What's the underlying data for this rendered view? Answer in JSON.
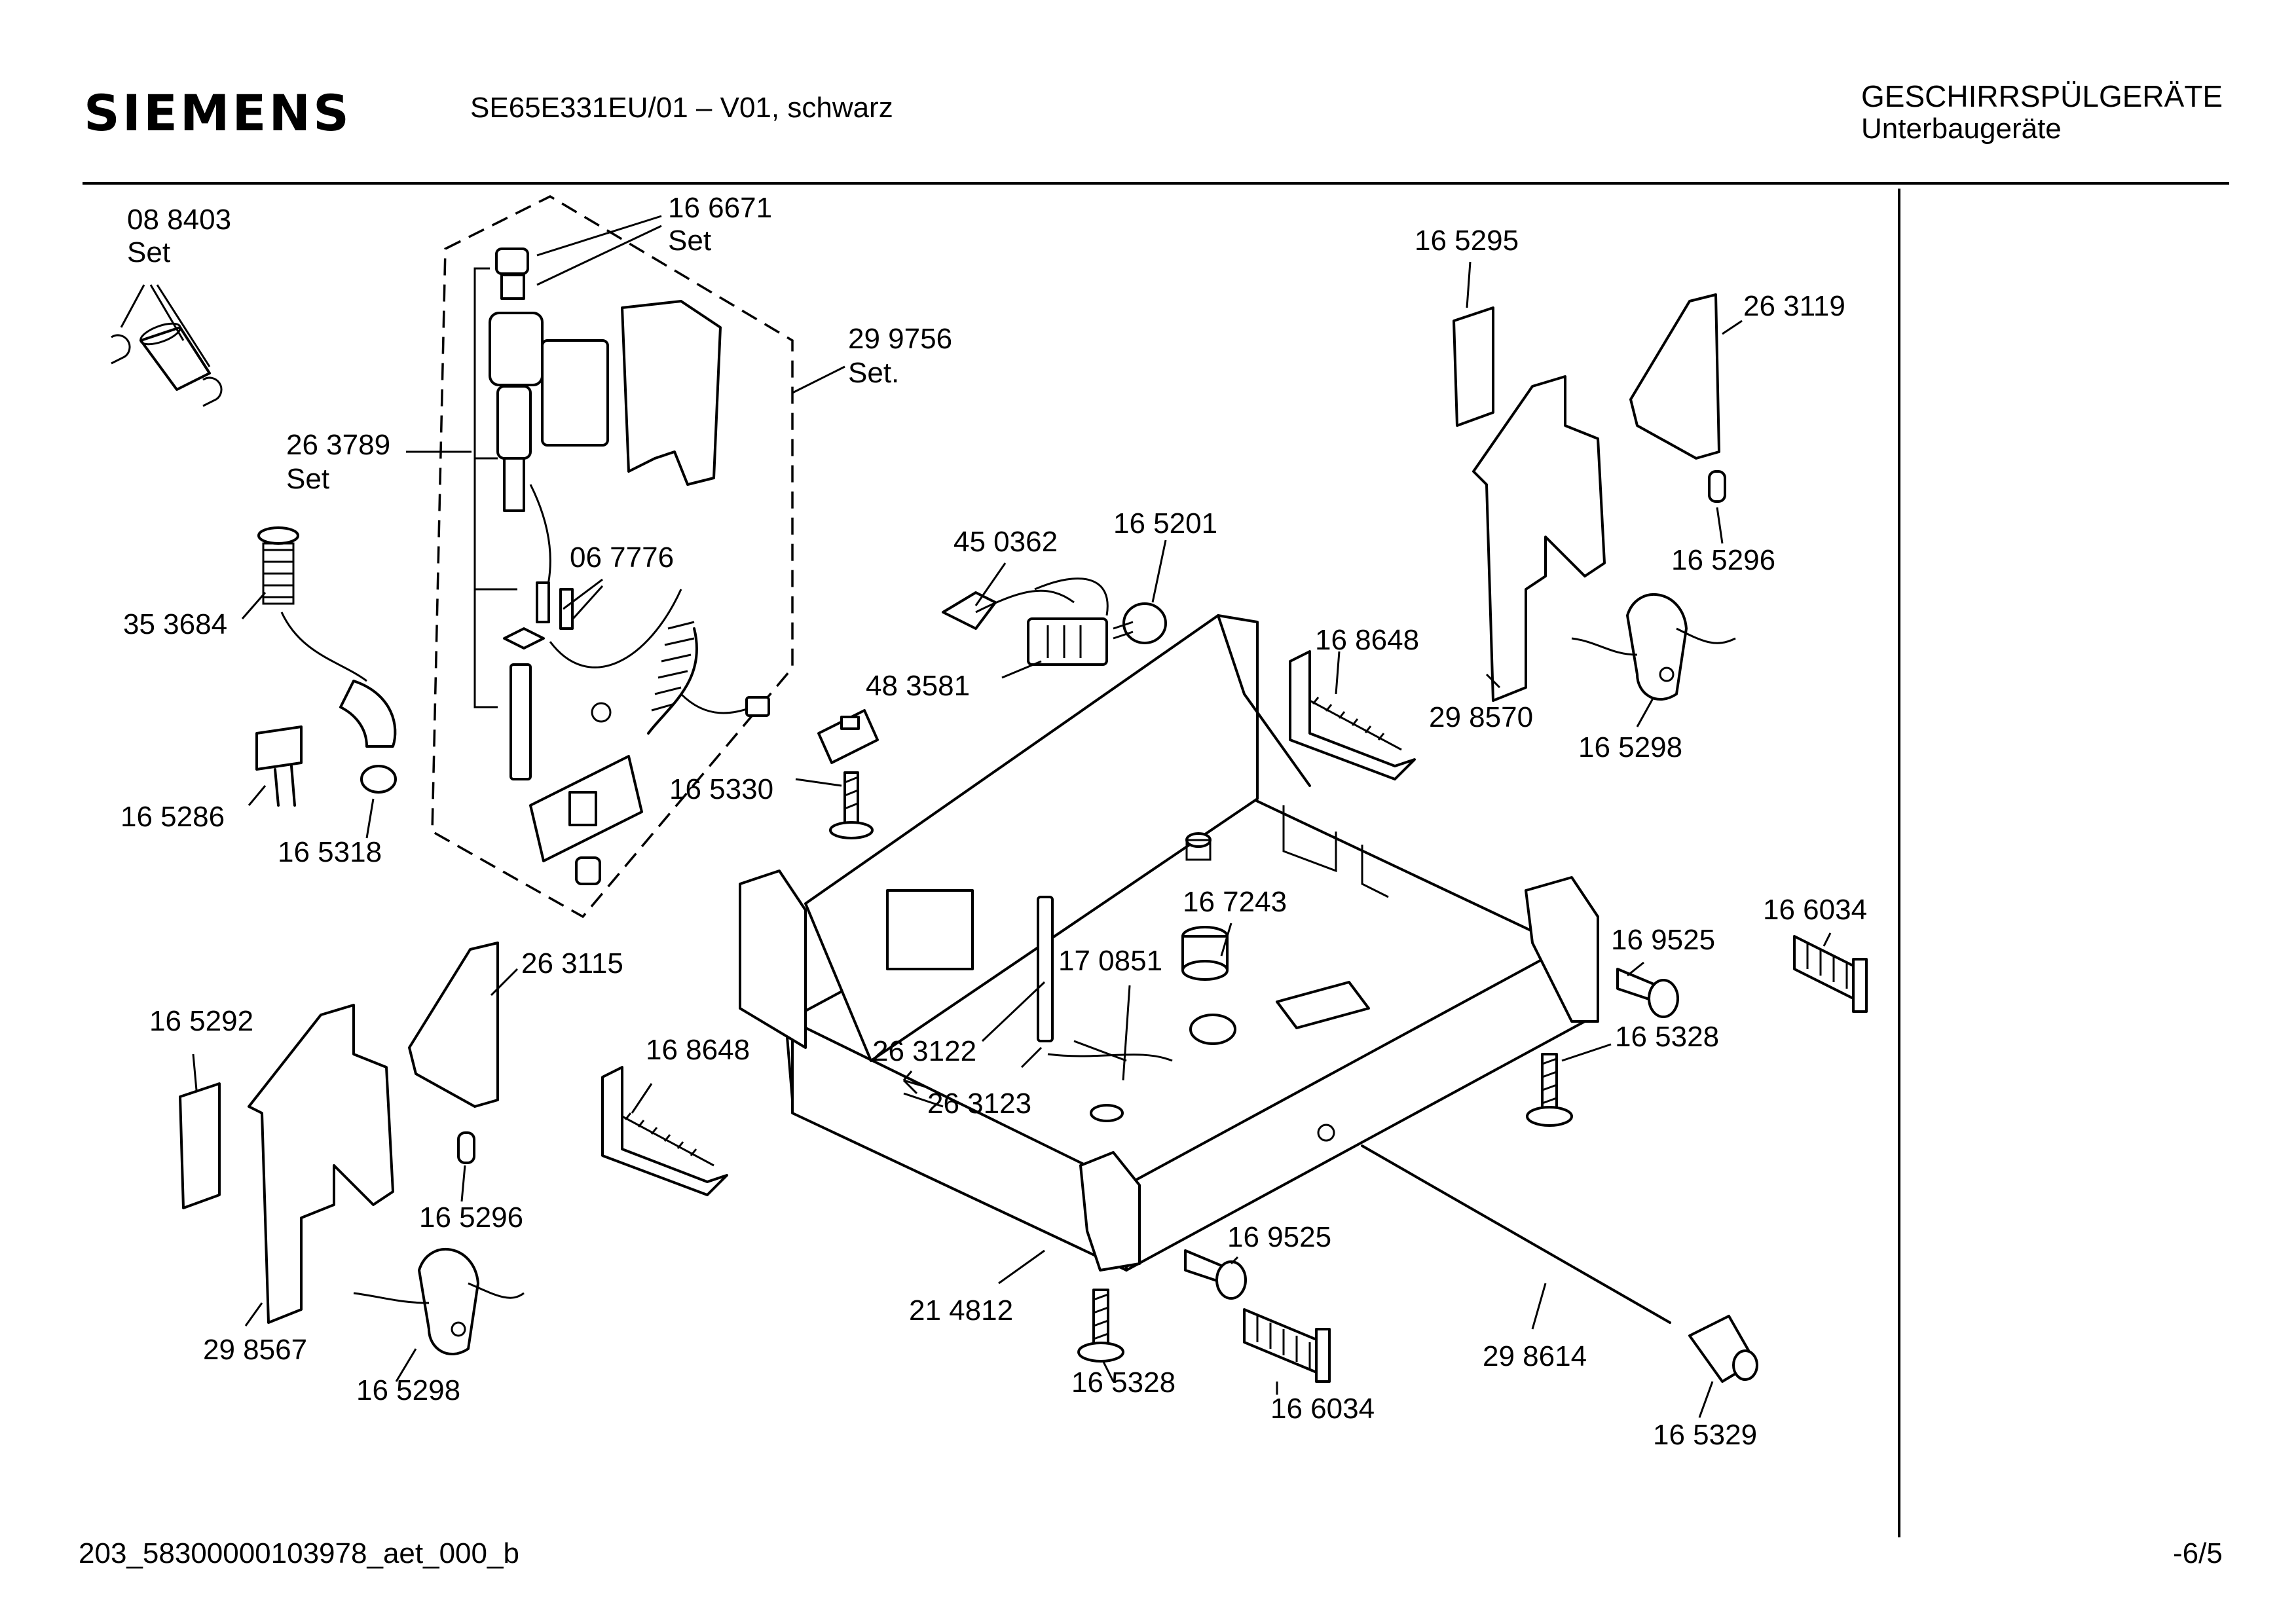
{
  "header": {
    "brand": "SIEMENS",
    "model": "SE65E331EU/01 – V01, schwarz",
    "category": "GESCHIRRSPÜLGERÄTE",
    "subcategory": "Unterbaugeräte"
  },
  "footer": {
    "document_id": "203_58300000103978_aet_000_b",
    "page": "-6/5"
  },
  "parts": {
    "p_088403": "08 8403",
    "p_088403_set": "Set",
    "p_166671": "16 6671",
    "p_166671_set": "Set",
    "p_299756": "29 9756",
    "p_299756_set": "Set.",
    "p_263789": "26 3789",
    "p_263789_set": "Set",
    "p_067776": "06 7776",
    "p_353684": "35 3684",
    "p_165286": "16 5286",
    "p_165318": "16 5318",
    "p_165295": "16 5295",
    "p_263119": "26 3119",
    "p_165296_a": "16 5296",
    "p_298570": "29 8570",
    "p_165298_a": "16 5298",
    "p_168648_a": "16 8648",
    "p_450362": "45 0362",
    "p_165201": "16 5201",
    "p_483581": "48 3581",
    "p_165330": "16 5330",
    "p_167243": "16 7243",
    "p_170851": "17 0851",
    "p_263122": "26 3122",
    "p_263123": "26 3123",
    "p_169525_a": "16 9525",
    "p_165328_a": "16 5328",
    "p_166034_a": "16 6034",
    "p_165292": "16 5292",
    "p_263115": "26 3115",
    "p_165296_b": "16 5296",
    "p_298567": "29 8567",
    "p_165298_b": "16 5298",
    "p_168648_b": "16 8648",
    "p_214812": "21 4812",
    "p_169525_b": "16 9525",
    "p_165328_b": "16 5328",
    "p_166034_b": "16 6034",
    "p_298614": "29 8614",
    "p_165329": "16 5329"
  }
}
